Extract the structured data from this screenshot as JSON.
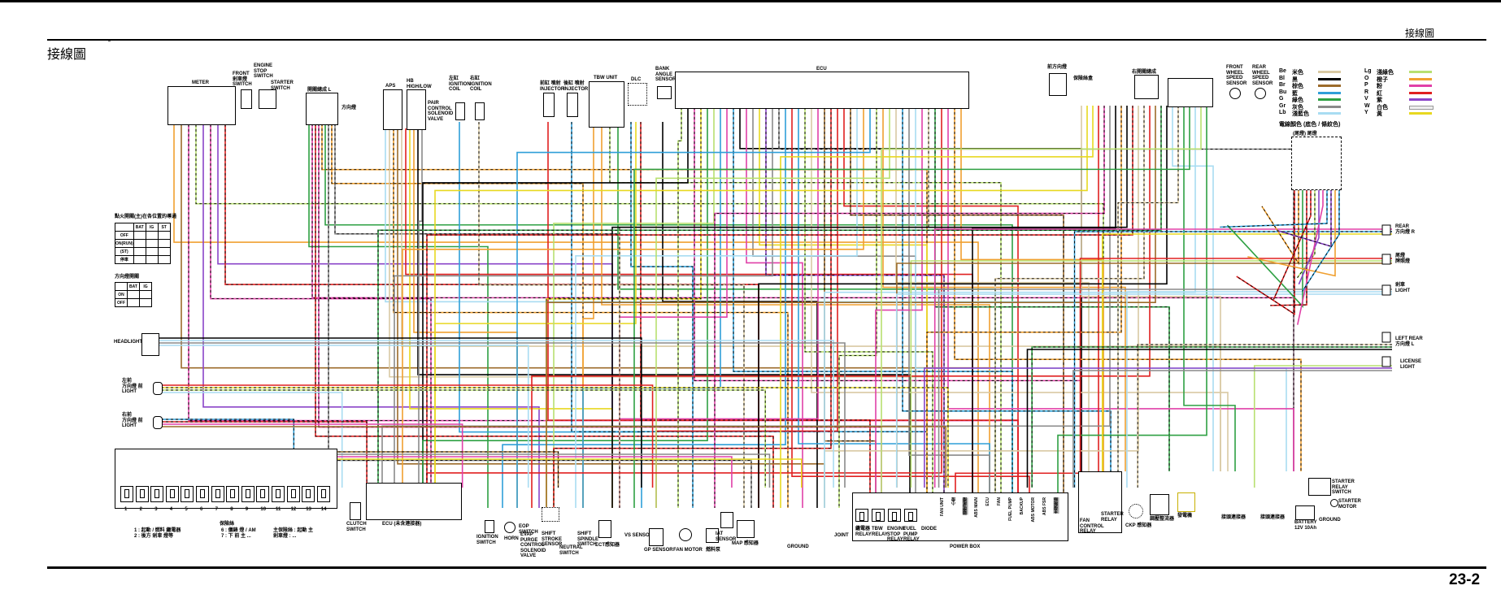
{
  "page": {
    "title": "接線圖",
    "title_mark": "ˉ",
    "running_header": "接線圖",
    "page_number": "23-2"
  },
  "legend": {
    "col1": [
      {
        "code": "Be",
        "name": "米色",
        "color": "#d9c9a3"
      },
      {
        "code": "Bl",
        "name": "黑",
        "color": "#000000"
      },
      {
        "code": "Br",
        "name": "棕色",
        "color": "#9c6b2a"
      },
      {
        "code": "Bu",
        "name": "藍",
        "color": "#2f9fd8"
      },
      {
        "code": "G",
        "name": "綠色",
        "color": "#2ea043"
      },
      {
        "code": "Gr",
        "name": "灰色",
        "color": "#8a8a8a"
      },
      {
        "code": "Lb",
        "name": "淺藍色",
        "color": "#a8dcf2"
      }
    ],
    "col2": [
      {
        "code": "Lg",
        "name": "淺綠色",
        "color": "#b8e070"
      },
      {
        "code": "O",
        "name": "橙子",
        "color": "#f0a030"
      },
      {
        "code": "P",
        "name": "粉",
        "color": "#e040a8"
      },
      {
        "code": "R",
        "name": "紅",
        "color": "#e02020"
      },
      {
        "code": "V",
        "name": "紫",
        "color": "#8a44c8"
      },
      {
        "code": "W",
        "name": "白色",
        "color": "#eeeeee"
      },
      {
        "code": "Y",
        "name": "黃",
        "color": "#e8d820"
      }
    ],
    "note": "電線顏色 (底色 / 條紋色)"
  },
  "components": {
    "meter": "METER",
    "front_brake_switch": "FRONT\n剎車燈\nSWITCH",
    "engine_stop_switch": "ENGINE\nSTOP\nSWITCH",
    "starter_switch": "STARTER\nSWITCH",
    "switch_l": "開關總成 L",
    "turn_connector": "方向燈",
    "aps": "APS",
    "hb_high_low": "HB\nHIGH/LOW",
    "pair_valve": "PAIR\nCONTROL\nSOLENOID\nVALVE",
    "ign_coil_left": "左缸\nIGNITION\nCOIL",
    "ign_coil_right": "右缸\nIGNITION\nCOIL",
    "injector_front": "前缸 噴射\nINJECTOR",
    "injector_rear": "後缸 噴射\nINJECTOR",
    "tbw_unit": "TBW UNIT",
    "dlc": "DLC",
    "bank_angle_sensor": "BANK\nANGLE\nSENSOR",
    "ecu": "ECU",
    "relay_top": "前方向燈",
    "hazard_connector": "保險絲盒",
    "right_connector": "右開關總成",
    "front_wheel_speed": "FRONT\nWHEEL\nSPEED\nSENSOR",
    "rear_wheel_speed": "REAR\nWHEEL\nSPEED\nSENSOR",
    "tail_group": "(尾燈) 尾燈",
    "rear_turn_r": "REAR\n方向燈 R",
    "license_light_r": "尾燈\n牌照燈",
    "brake_light": "剎車\nLIGHT",
    "left_rear_turn": "LEFT REAR\n方向燈 L",
    "license_light": "LICENSE\nLIGHT",
    "headlight": "HEADLIGHT",
    "front_turn_l": "左前\n方向燈 前\nLIGHT",
    "front_turn_r": "右前\n方向燈 前\nLIGHT",
    "fuse_box": "保險絲",
    "clutch_switch": "CLUTCH\nSWITCH",
    "ecu_connector": "ECU (未含連接器)",
    "ignition_switch": "IGNITION\nSWITCH",
    "horn": "HORN",
    "eop_switch": "EOP\nSWITCH",
    "evap_valve": "EVAP\nPURGE\nCONTROL\nSOLENOID\nVALVE",
    "shift_stroke": "SHIFT\nSTROKE\nSENSOR",
    "neutral_switch": "NEUTRAL\nSWITCH",
    "shift_spindle": "SHIFT\nSPINDLE\nSWITCH",
    "ect_sensor": "ECT感知器",
    "vs_sensor": "VS SENSOR",
    "gp_sensor": "GP SENSOR",
    "fan_motor": "FAN MOTOR",
    "fuel_pump": "燃料泵",
    "iat_sensor": "IAT\nSENSOR",
    "map_sensor": "MAP 感知器",
    "ground": "GROUND",
    "joint": "JOINT",
    "power_box": "POWER BOX",
    "relay_1": "繼電器\nRELAY",
    "tbw_relay": "TBW\nRELAY",
    "engine_stop_relay": "ENGINE\nSTOP\nRELAY",
    "fuel_pump_relay": "FUEL\nPUMP\nRELAY",
    "diode": "DIODE",
    "fan_control_relay": "FAN\nCONTROL\nRELAY",
    "starter_relay": "STARTER\nRELAY",
    "ckp_sensor": "CKP 感知器",
    "regulator": "調壓整流器",
    "alternator": "發電機",
    "joint_connector_1": "接頭連接器",
    "joint_connector_2": "接頭連接器",
    "starter_relay_switch": "STARTER\nRELAY\nSWITCH",
    "starter_motor": "STARTER\nMOTOR",
    "battery": "BATTERY\n12V  10Ah",
    "ground_right": "GROUND"
  },
  "ignition_table": {
    "title": "點火開關(主)在各位置的導通",
    "headers": [
      "",
      "BAT",
      "IG",
      "ST"
    ],
    "rows": [
      "OFF",
      "ON(RUN)",
      "(ST)",
      "停車"
    ]
  },
  "light_table": {
    "title": "方向燈開關",
    "headers": [
      "",
      "BAT",
      "IG"
    ],
    "rows": [
      "ON",
      "OFF"
    ]
  },
  "fuse_numbers": [
    "1",
    "2",
    "3",
    "4",
    "5",
    "6",
    "7",
    "8",
    "9",
    "10",
    "11",
    "12",
    "13",
    "14"
  ],
  "fuse_notes": [
    "1 : 起動 / 燃料 繼電器",
    "2 : 後方 剎車 燈等",
    "6 : 儀錶 燈 / AM",
    "7 : 下 前 主 ...",
    "主保險絲 : 起動 主",
    "剎車燈 : ..."
  ],
  "power_box_fuses": [
    "FAN UNIT",
    "小燈",
    "頭燈/尾燈",
    "ABS MAIN",
    "ECU",
    "FAN",
    "FUEL PUMP",
    "BACKUP",
    "ABS MOTOR",
    "ABS FSR",
    "主保險絲"
  ]
}
